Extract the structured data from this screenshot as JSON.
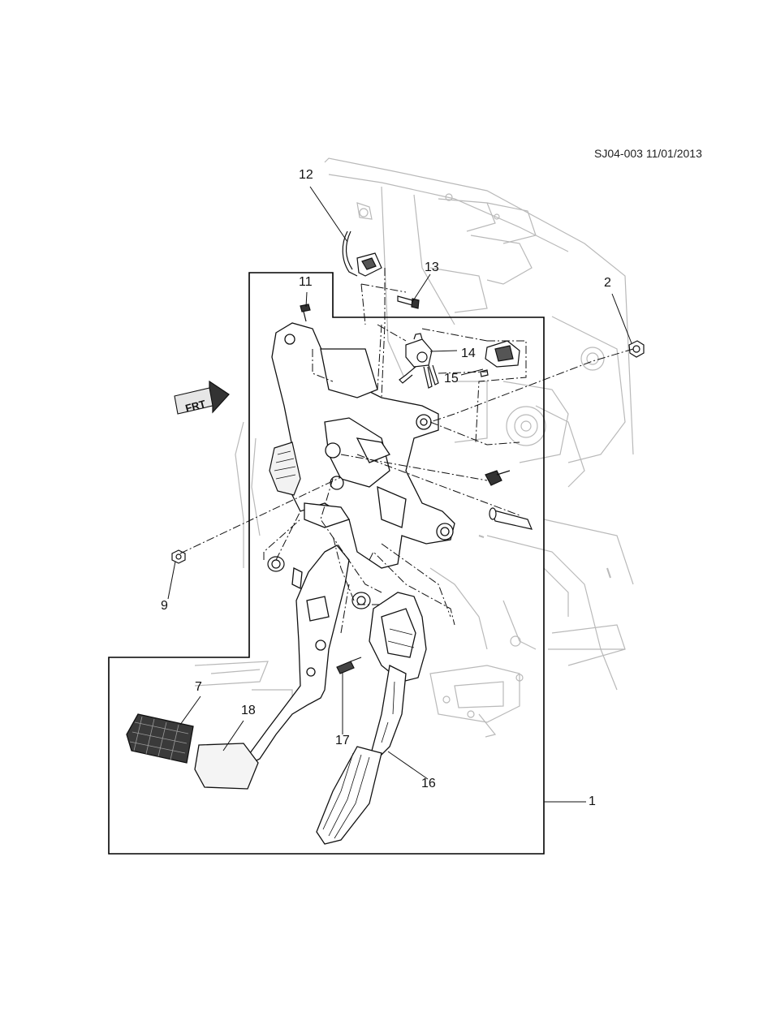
{
  "document": {
    "id": "SJ04-003 11/01/2013"
  },
  "direction_marker": {
    "text": "FRT"
  },
  "callouts": {
    "c1": "1",
    "c2": "2",
    "c7": "7",
    "c9": "9",
    "c11": "11",
    "c12": "12",
    "c13": "13",
    "c14": "14",
    "c15": "15",
    "c16": "16",
    "c17": "17",
    "c18": "18"
  }
}
